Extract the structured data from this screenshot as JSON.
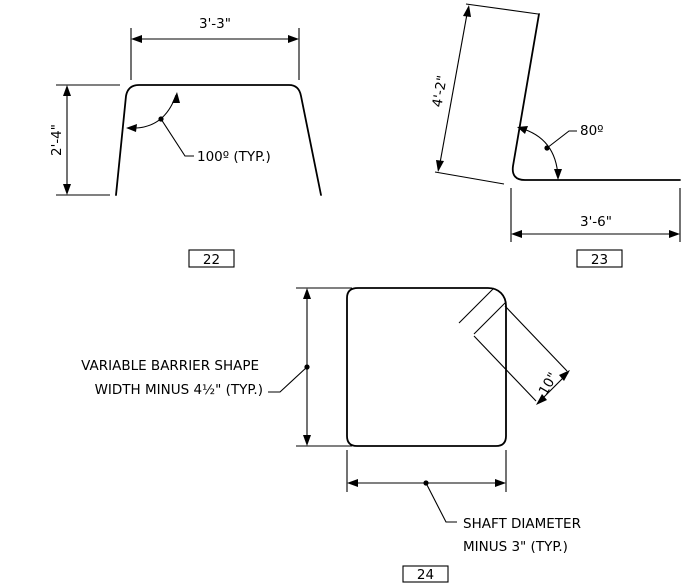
{
  "figures": [
    {
      "number": "22",
      "width_dimension": "3'-3\"",
      "height_dimension": "2'-4\"",
      "angle_note": "100º (TYP.)"
    },
    {
      "number": "23",
      "length_dimension": "4'-2\"",
      "angle_note": "80º",
      "base_dimension": "3'-6\""
    },
    {
      "number": "24",
      "corner_dimension": "10\"",
      "width_note_line1": "VARIABLE BARRIER SHAPE",
      "width_note_line2": "WIDTH MINUS 4½\" (TYP.)",
      "shaft_note_line1": "SHAFT DIAMETER",
      "shaft_note_line2": "MINUS 3\" (TYP.)"
    }
  ]
}
